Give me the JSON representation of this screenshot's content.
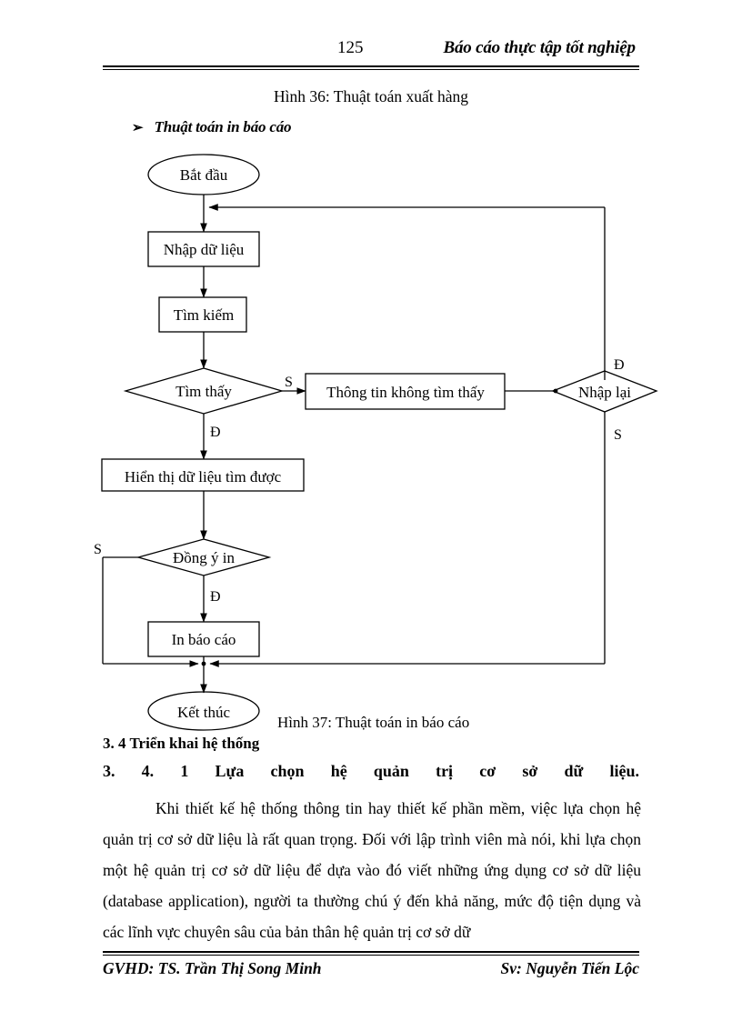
{
  "header": {
    "page_number": "125",
    "title": "Báo cáo thực tập tốt nghiệp"
  },
  "captions": {
    "figure36": "Hình 36: Thuật toán xuất hàng",
    "figure37": "Hình 37: Thuật toán in báo cáo"
  },
  "bullet_heading": {
    "glyph": "➢",
    "text": "Thuật toán in báo cáo"
  },
  "flowchart": {
    "nodes": {
      "start": "Bắt đầu",
      "input": "Nhập dữ liệu",
      "search": "Tìm kiếm",
      "found": "Tìm thấy",
      "not_found_msg": "Thông tin không tìm thấy",
      "retry": "Nhập lại",
      "display": "Hiển thị dữ liệu tìm được",
      "agree_print": "Đồng ý in",
      "print": "In báo cáo",
      "end": "Kết thúc"
    },
    "branch_labels": {
      "found_no": "S",
      "found_yes": "Đ",
      "retry_yes": "Đ",
      "retry_no": "S",
      "agree_no": "S",
      "agree_yes": "Đ"
    }
  },
  "headings": {
    "section_3_4": "3. 4 Triển khai hệ thống",
    "section_3_4_1": "3.   4.   1   Lựa   chọn   hệ   quản   trị   cơ   sở   dữ   liệu."
  },
  "body": {
    "paragraph": "Khi thiết kế hệ thống thông tin hay thiết kế phần mềm, việc lựa chọn hệ quản trị cơ sở dữ liệu là rất quan trọng. Đối với lập trình viên mà nói, khi lựa chọn một hệ quản trị cơ sở dữ liệu để dựa vào đó viết những ứng dụng cơ sở dữ liệu (database application), người ta thường chú ý đến khả năng, mức độ tiện dụng và các lĩnh vực chuyên sâu của bản thân hệ quản trị cơ sở dữ"
  },
  "footer": {
    "left": "GVHD: TS. Trần Thị Song Minh",
    "right": "Sv: Nguyễn Tiến Lộc"
  }
}
